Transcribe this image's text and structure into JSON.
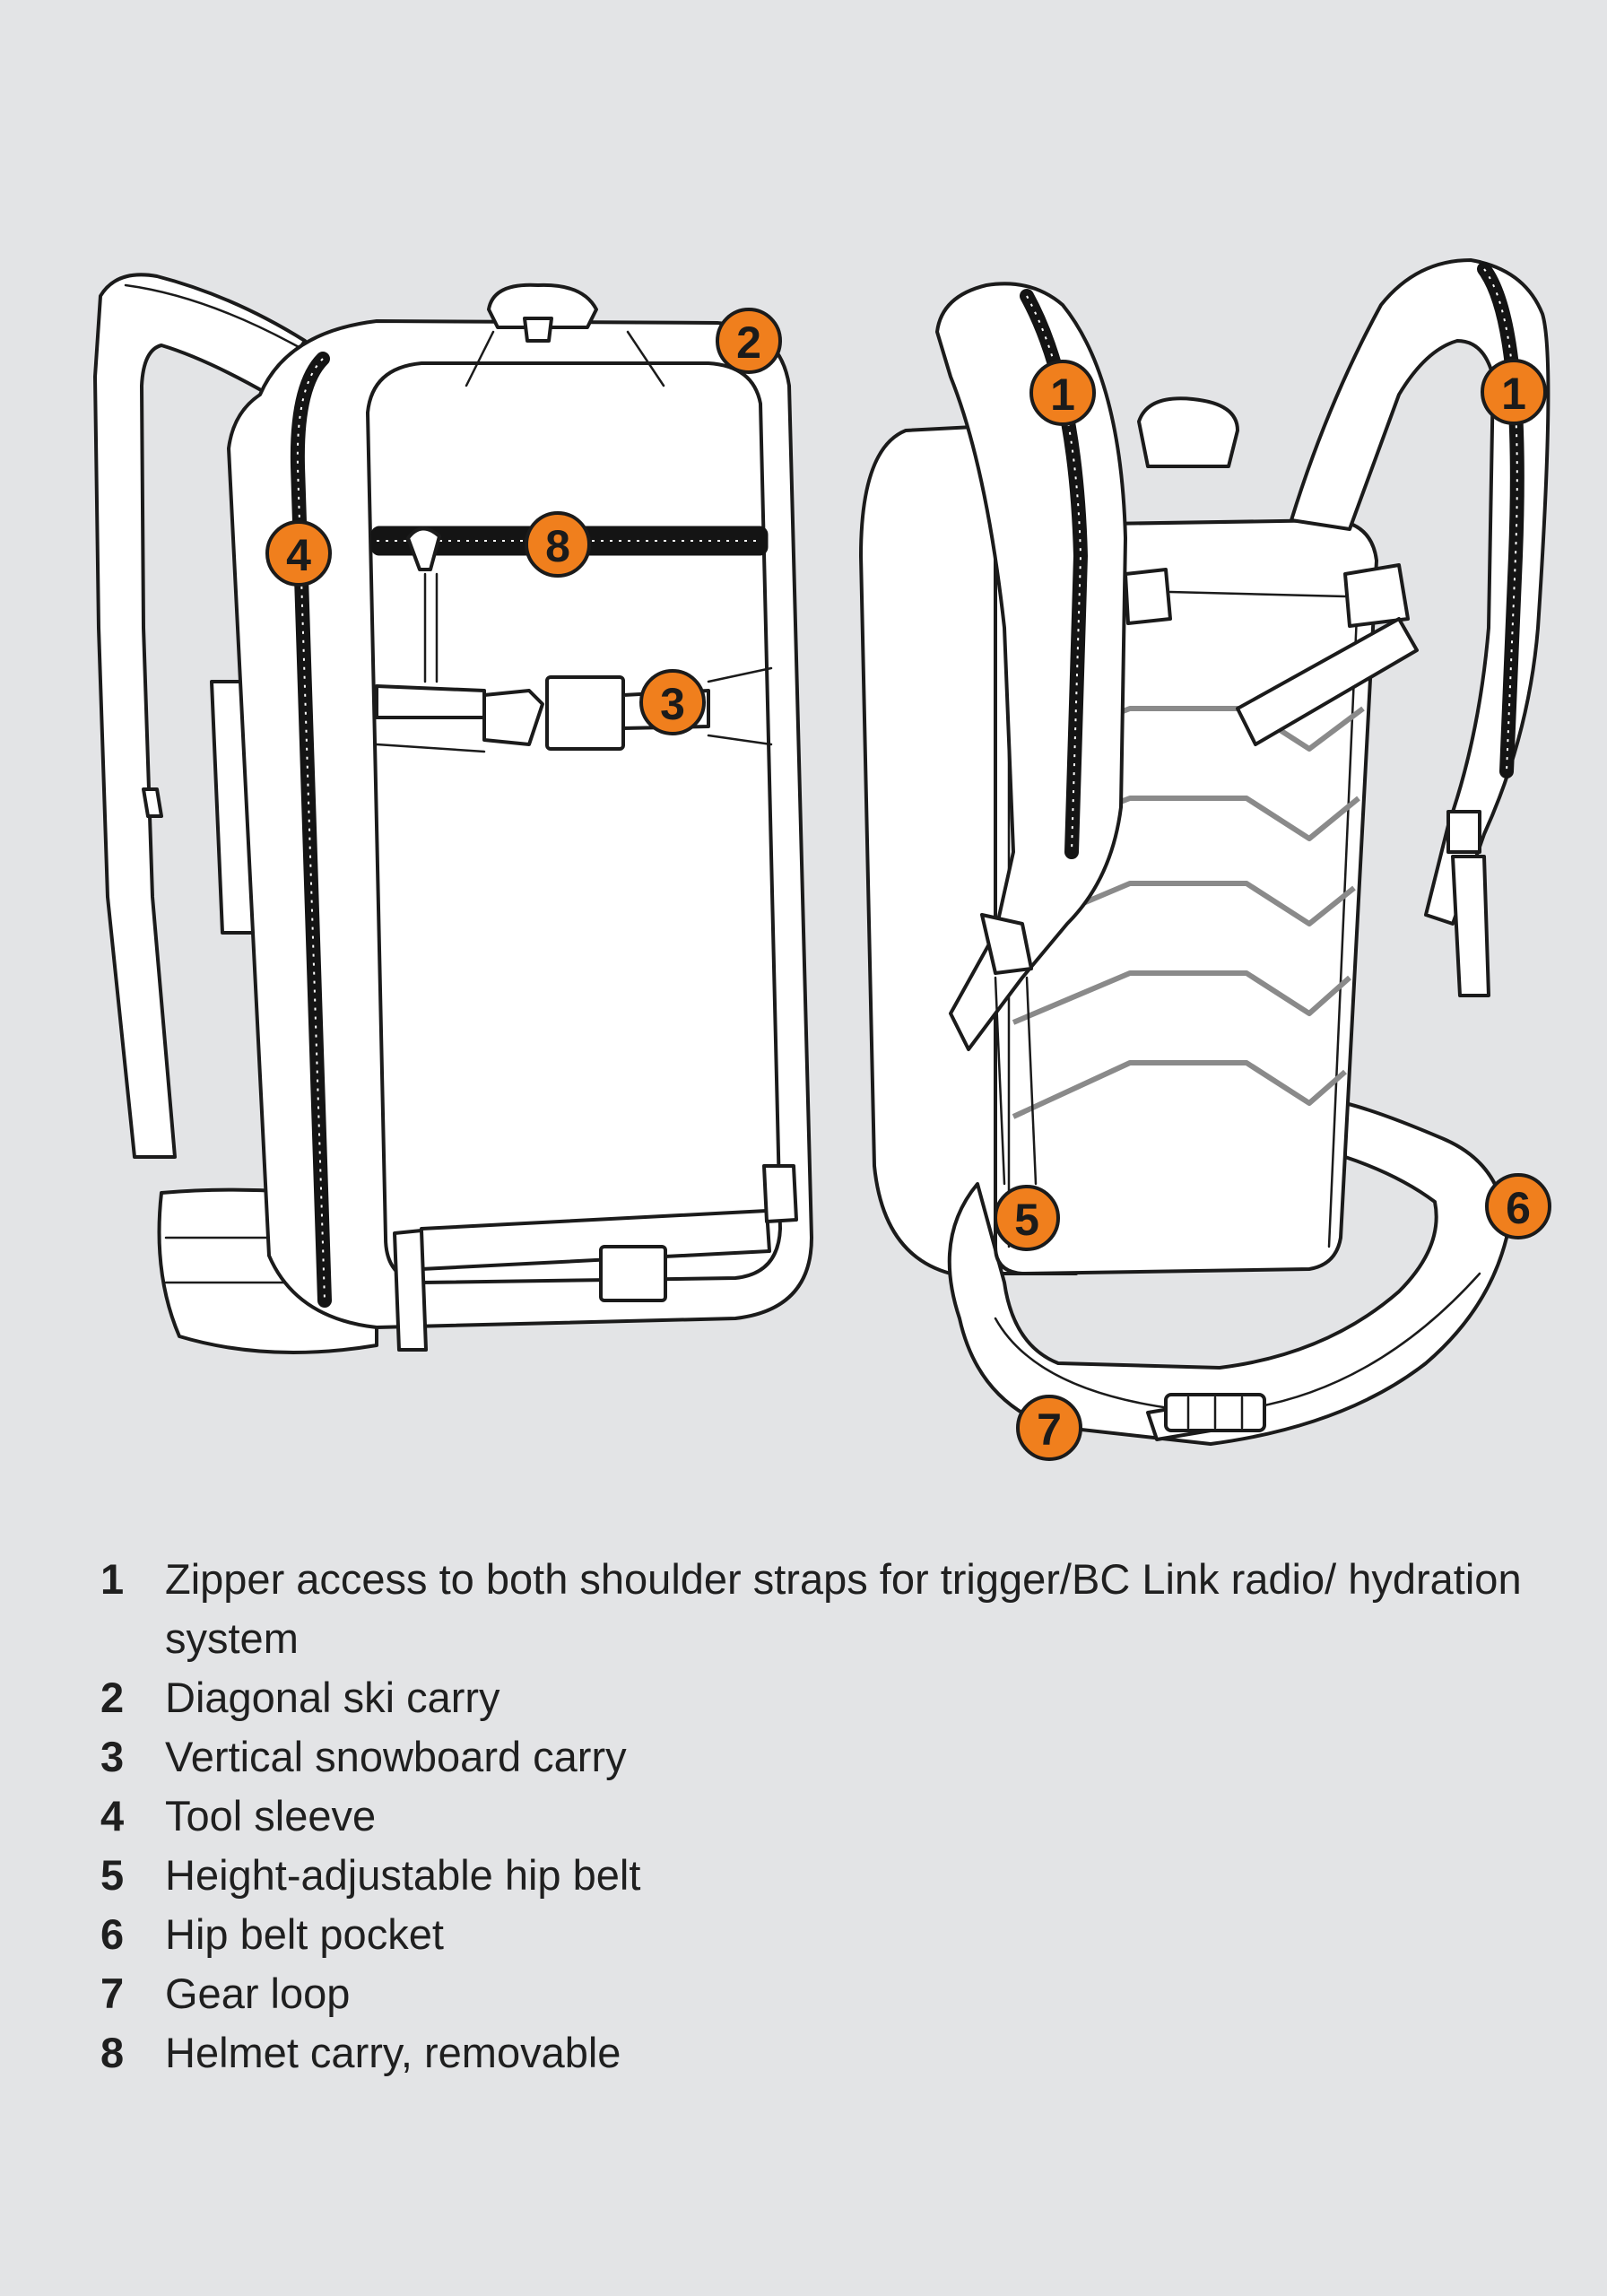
{
  "colors": {
    "background": "#e3e4e6",
    "callout_fill": "#f07f1d",
    "line_ink": "#1b1b1b",
    "back_panel_chevrons": "#8a8a8a"
  },
  "illustration": {
    "views": [
      "backpack-front-view",
      "backpack-back-view"
    ],
    "callouts": [
      {
        "num": "2"
      },
      {
        "num": "4"
      },
      {
        "num": "8"
      },
      {
        "num": "3"
      },
      {
        "num": "1"
      },
      {
        "num": "1"
      },
      {
        "num": "5"
      },
      {
        "num": "6"
      },
      {
        "num": "7"
      }
    ]
  },
  "legend": [
    {
      "num": "1",
      "text": "Zipper access to both shoulder straps for trigger/BC Link radio/ hydration system"
    },
    {
      "num": "2",
      "text": "Diagonal ski carry"
    },
    {
      "num": "3",
      "text": "Vertical snowboard carry"
    },
    {
      "num": "4",
      "text": "Tool sleeve"
    },
    {
      "num": "5",
      "text": "Height-adjustable hip belt"
    },
    {
      "num": "6",
      "text": "Hip belt pocket"
    },
    {
      "num": "7",
      "text": "Gear loop"
    },
    {
      "num": "8",
      "text": "Helmet carry, removable"
    }
  ]
}
